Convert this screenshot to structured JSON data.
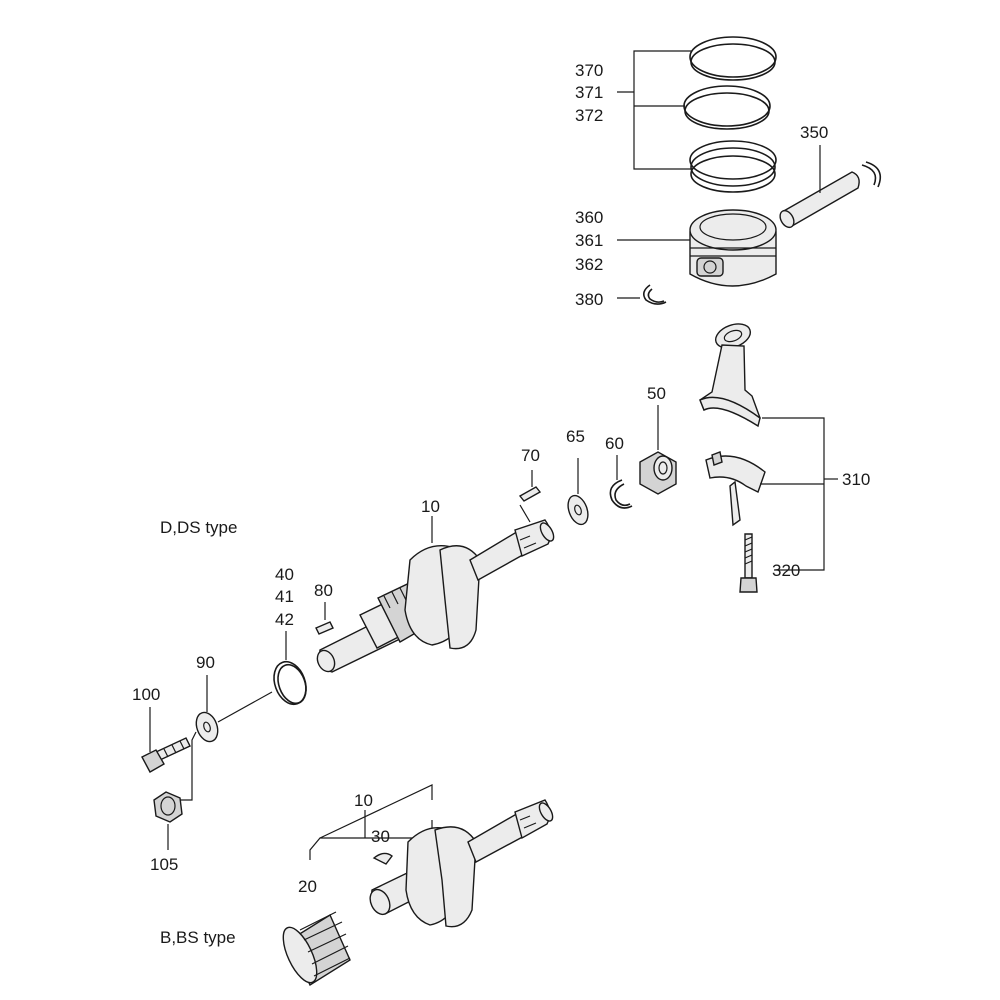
{
  "labels": {
    "p370": "370",
    "p371": "371",
    "p372": "372",
    "p350": "350",
    "p360": "360",
    "p361": "361",
    "p362": "362",
    "p380": "380",
    "p50": "50",
    "p60": "60",
    "p65": "65",
    "p70": "70",
    "p310": "310",
    "p320": "320",
    "p10a": "10",
    "p10b": "10",
    "p40": "40",
    "p41": "41",
    "p42": "42",
    "p80": "80",
    "p90": "90",
    "p100": "100",
    "p105": "105",
    "p30": "30",
    "p20": "20"
  },
  "captions": {
    "ds_type": "D,DS type",
    "bs_type": "B,BS type"
  }
}
